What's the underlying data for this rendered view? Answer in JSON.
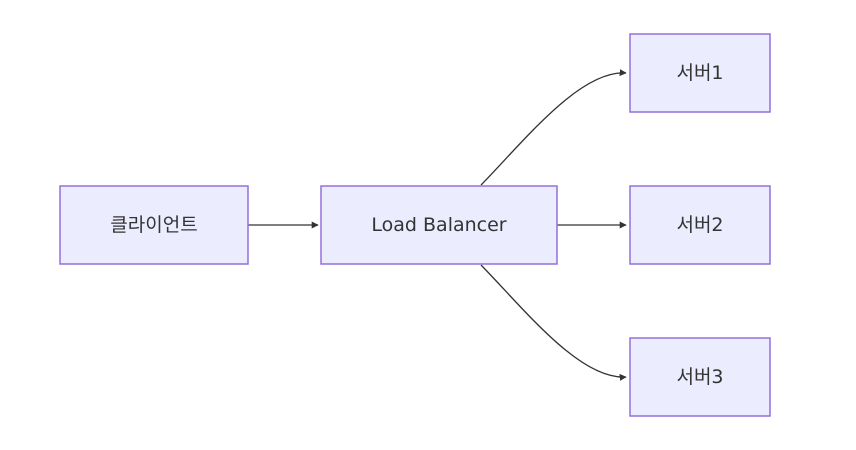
{
  "diagram": {
    "type": "flowchart",
    "direction": "left-to-right",
    "colors": {
      "node_fill": "#ECECFF",
      "node_border": "#9370DB",
      "edge": "#333333",
      "text": "#333333"
    },
    "nodes": {
      "client": {
        "label": "클라이언트"
      },
      "lb": {
        "label": "Load Balancer"
      },
      "server1": {
        "label": "서버1"
      },
      "server2": {
        "label": "서버2"
      },
      "server3": {
        "label": "서버3"
      }
    },
    "edges": [
      {
        "from": "클라이언트",
        "to": "Load Balancer"
      },
      {
        "from": "Load Balancer",
        "to": "서버1"
      },
      {
        "from": "Load Balancer",
        "to": "서버2"
      },
      {
        "from": "Load Balancer",
        "to": "서버3"
      }
    ]
  }
}
